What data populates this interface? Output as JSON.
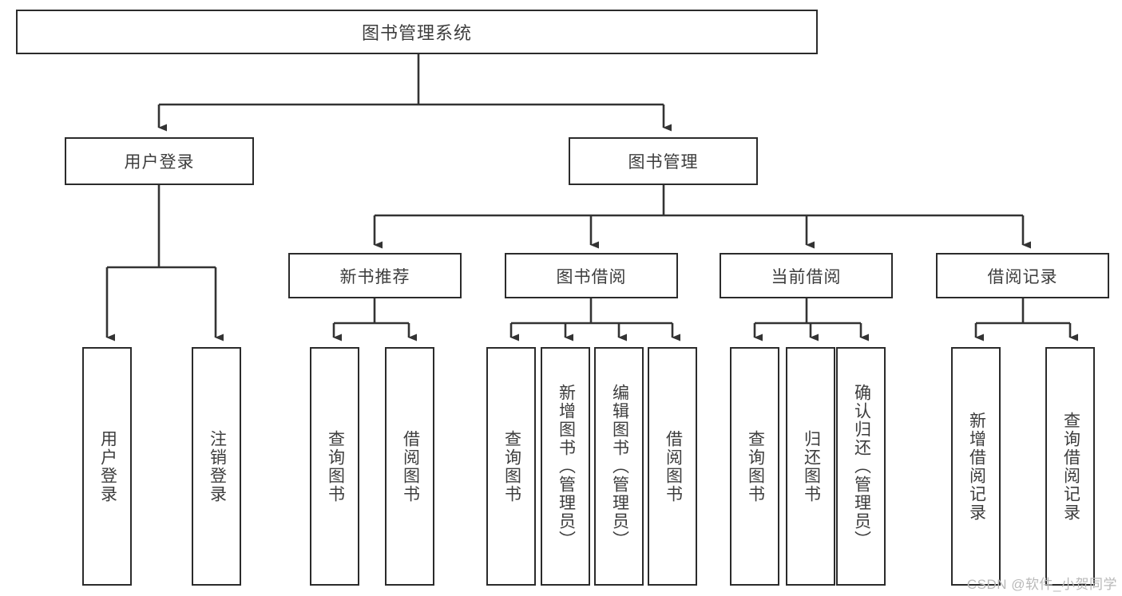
{
  "diagram": {
    "type": "tree-hierarchy",
    "title": "图书管理系统",
    "root": {
      "label": "图书管理系统"
    },
    "level1": [
      {
        "id": "user-login",
        "label": "用户登录"
      },
      {
        "id": "book-manage",
        "label": "图书管理"
      }
    ],
    "level2": [
      {
        "id": "new-book-recommend",
        "label": "新书推荐",
        "parent": "book-manage"
      },
      {
        "id": "book-borrow",
        "label": "图书借阅",
        "parent": "book-manage"
      },
      {
        "id": "current-borrow",
        "label": "当前借阅",
        "parent": "book-manage"
      },
      {
        "id": "borrow-record",
        "label": "借阅记录",
        "parent": "book-manage"
      }
    ],
    "leaves": {
      "user_login": [
        {
          "id": "leaf-user-login",
          "label": "用户登录"
        },
        {
          "id": "leaf-user-logout",
          "label": "注销登录"
        }
      ],
      "new_book_recommend": [
        {
          "id": "leaf-query-book-1",
          "label": "查询图书"
        },
        {
          "id": "leaf-borrow-book-1",
          "label": "借阅图书"
        }
      ],
      "book_borrow": [
        {
          "id": "leaf-query-book-2",
          "label": "查询图书"
        },
        {
          "id": "leaf-add-book",
          "label": "新增图书（管理员）"
        },
        {
          "id": "leaf-edit-book",
          "label": "编辑图书（管理员）"
        },
        {
          "id": "leaf-borrow-book-2",
          "label": "借阅图书"
        }
      ],
      "current_borrow": [
        {
          "id": "leaf-query-book-3",
          "label": "查询图书"
        },
        {
          "id": "leaf-return-book",
          "label": "归还图书"
        },
        {
          "id": "leaf-confirm-return",
          "label": "确认归还（管理员）"
        }
      ],
      "borrow_record": [
        {
          "id": "leaf-add-record",
          "label": "新增借阅记录"
        },
        {
          "id": "leaf-query-record",
          "label": "查询借阅记录"
        }
      ]
    }
  },
  "watermark": {
    "text": "CSDN @软件_小贺同学"
  },
  "colors": {
    "background": "#ffffff",
    "box_border": "#2b2b2b",
    "text": "#3d3d3d",
    "connector": "#333333",
    "watermark": "#b9b9b9"
  }
}
